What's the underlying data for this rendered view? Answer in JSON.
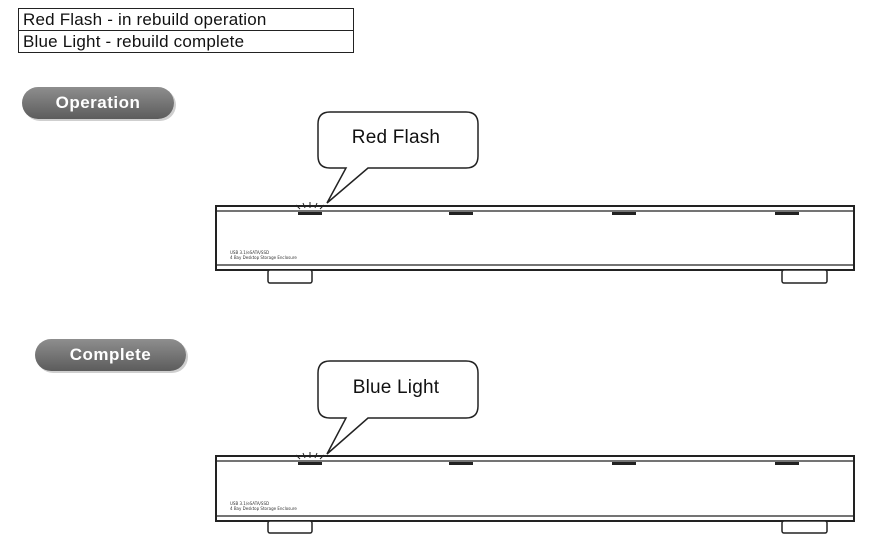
{
  "legend": {
    "rows": [
      "Red Flash - in rebuild operation",
      "Blue Light - rebuild complete"
    ]
  },
  "sections": {
    "operation": {
      "label": "Operation",
      "callout": "Red Flash"
    },
    "complete": {
      "label": "Complete",
      "callout": "Blue Light"
    }
  },
  "device": {
    "model_line": "USB 3.1/eSATA/SSD",
    "desc_line": "4 Bay Desktop Storage Enclosure",
    "slot_count": 4
  }
}
